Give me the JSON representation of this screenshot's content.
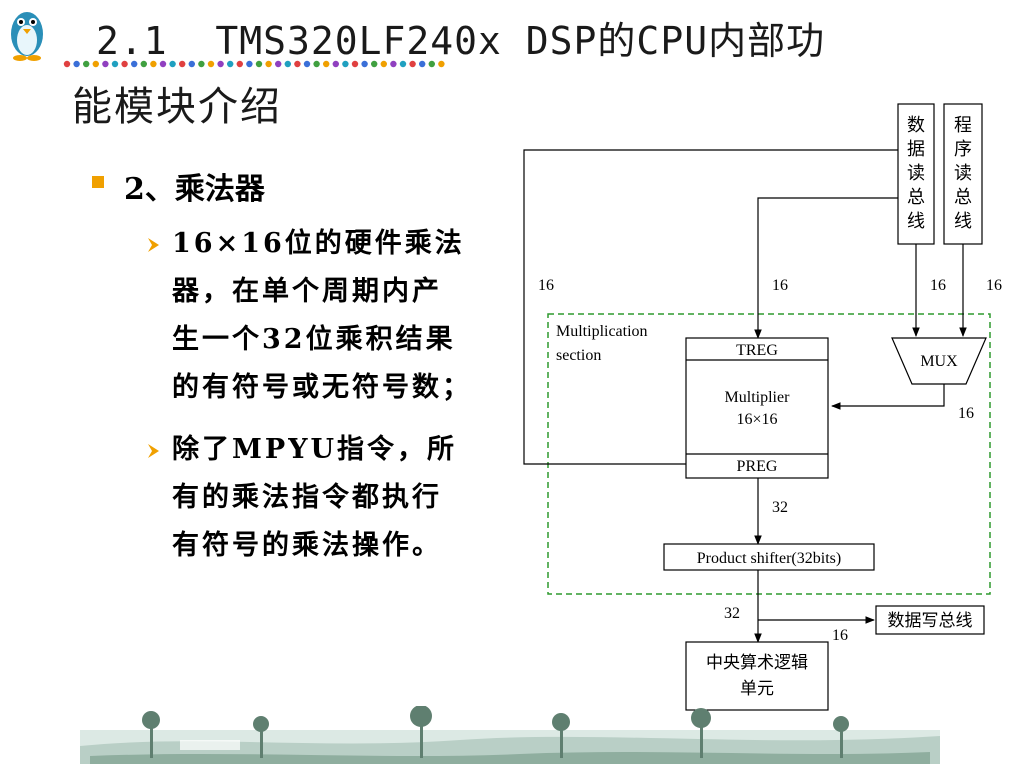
{
  "title": {
    "line1": "2.1  TMS320LF240x DSP的CPU内部功",
    "line2": "能模块介绍"
  },
  "section": {
    "heading": "2、乘法器",
    "items": [
      {
        "lines": [
          "16×16位的硬件乘法",
          "器，在单个周期内产",
          "生一个32位乘积结果",
          "的有符号或无符号数；"
        ]
      },
      {
        "lines": [
          "除了MPYU指令，所",
          "有的乘法指令都执行",
          "有符号的乘法操作。"
        ]
      }
    ]
  },
  "diagram": {
    "data_bus_chars": [
      "数",
      "据",
      "读",
      "总",
      "线"
    ],
    "prog_bus_chars": [
      "程",
      "序",
      "读",
      "总",
      "线"
    ],
    "section_label": [
      "Multiplication",
      "section"
    ],
    "treg": "TREG",
    "multiplier": [
      "Multiplier",
      "16×16"
    ],
    "preg": "PREG",
    "mux": "MUX",
    "shifter": "Product shifter(32bits)",
    "write_bus": "数据写总线",
    "alu": [
      "中央算术逻辑",
      "单元"
    ],
    "bit_labels": {
      "left_bus": "16",
      "treg_in": "16",
      "mux_in1": "16",
      "mux_in2": "16",
      "mux_out": "16",
      "preg_out": "32",
      "shifter_out": "32",
      "write_out": "16"
    }
  },
  "colors": {
    "bullet": "#f0a000",
    "sub_bullet": "#f0a000",
    "dashed_box": "#2e9a2e",
    "line": "#000000"
  },
  "icons": {
    "logo": "penguin-logo-icon",
    "bullet": "square-bullet-icon",
    "sub_bullet": "arrow-bullet-icon"
  }
}
